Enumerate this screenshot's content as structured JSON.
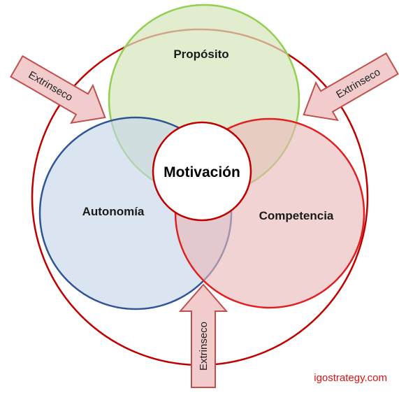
{
  "diagram": {
    "center_label": "Motivación",
    "circles": {
      "proposito": {
        "label": "Propósito",
        "fill": "#d7e4bd",
        "stroke": "#92d050"
      },
      "autonomia": {
        "label": "Autonomía",
        "fill": "#c5d5ea",
        "stroke": "#2f5597"
      },
      "competencia": {
        "label": "Competencia",
        "fill": "#e9b8b8",
        "stroke": "#e02020"
      }
    },
    "outer_ring_color": "#c00000",
    "arrows": {
      "left": {
        "label": "Extrinseco"
      },
      "right": {
        "label": "Extrinseco"
      },
      "bottom": {
        "label": "Extrinseco"
      },
      "fill": "#f2cccc",
      "stroke": "#c0504d"
    },
    "credit": "igostrategy.com"
  }
}
